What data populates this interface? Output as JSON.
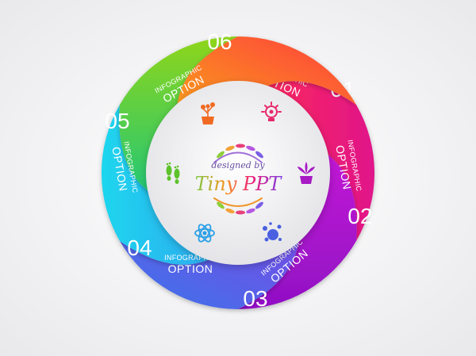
{
  "segments": [
    {
      "number": "01",
      "line1": "INFOGRAPHIC",
      "line2": "OPTION",
      "color": "#f0246e",
      "icon": "lightbulb-icon",
      "icon_color": "#e8286a"
    },
    {
      "number": "02",
      "line1": "INFOGRAPHIC",
      "line2": "OPTION",
      "color": "#b015c9",
      "icon": "potted-succulent-icon",
      "icon_color": "#a71ac4"
    },
    {
      "number": "03",
      "line1": "INFOGRAPHIC",
      "line2": "OPTION",
      "color": "#4a64e8",
      "icon": "bubbles-icon",
      "icon_color": "#4a60e0"
    },
    {
      "number": "04",
      "line1": "INFOGRAPHIC",
      "line2": "OPTION",
      "color": "#1fc4ee",
      "icon": "atom-icon",
      "icon_color": "#2a9fe6"
    },
    {
      "number": "05",
      "line1": "INFOGRAPHIC",
      "line2": "OPTION",
      "color": "#6fcf20",
      "icon": "footprints-icon",
      "icon_color": "#5ec22a"
    },
    {
      "number": "06",
      "line1": "INFOGRAPHIC",
      "line2": "OPTION",
      "color": "#f96b1f",
      "icon": "flower-pot-icon",
      "icon_color": "#f06a22"
    }
  ],
  "logo": {
    "small_text": "designed by",
    "big_text": "Tiny PPT"
  }
}
